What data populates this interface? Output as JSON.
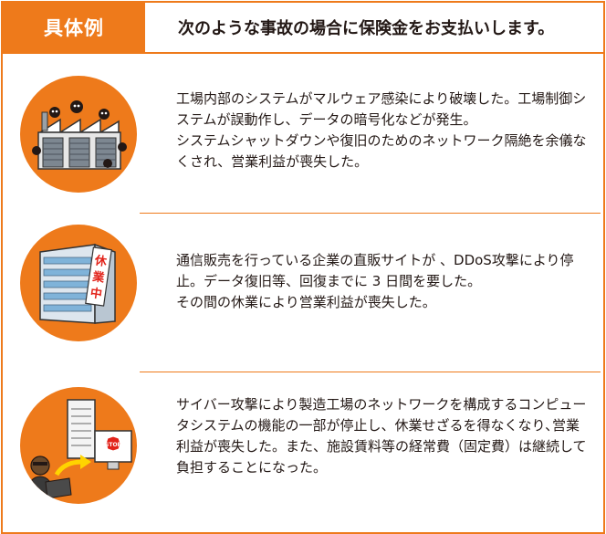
{
  "header": {
    "label": "具体例",
    "description": "次のような事故の場合に保険金をお支払いします。"
  },
  "cases": [
    {
      "text": "工場内部のシステムがマルウェア感染により破壊した。工場制御システムが誤動作し、データの暗号化などが発生。\nシステムシャットダウンや復旧のためのネットワーク隔絶を余儀なくされ、営業利益が喪失した。"
    },
    {
      "text": "通信販売を行っている企業の直販サイトが 、DDoS攻撃により停止。データ復旧等、回復までに 3 日間を要した。\nその間の休業により営業利益が喪失した。",
      "sign": [
        "休",
        "業",
        "中"
      ]
    },
    {
      "text": "サイバー攻撃により製造工場のネットワークを構成するコンピュータシステムの機能の一部が停止し、休業せざるを得なくなり､営業利益が喪失した。また、施設賃料等の経常費（固定費）は継続して負担することになった。",
      "stop_sign": "STOP"
    }
  ],
  "colors": {
    "accent": "#ee7a1b",
    "text": "#231815"
  }
}
